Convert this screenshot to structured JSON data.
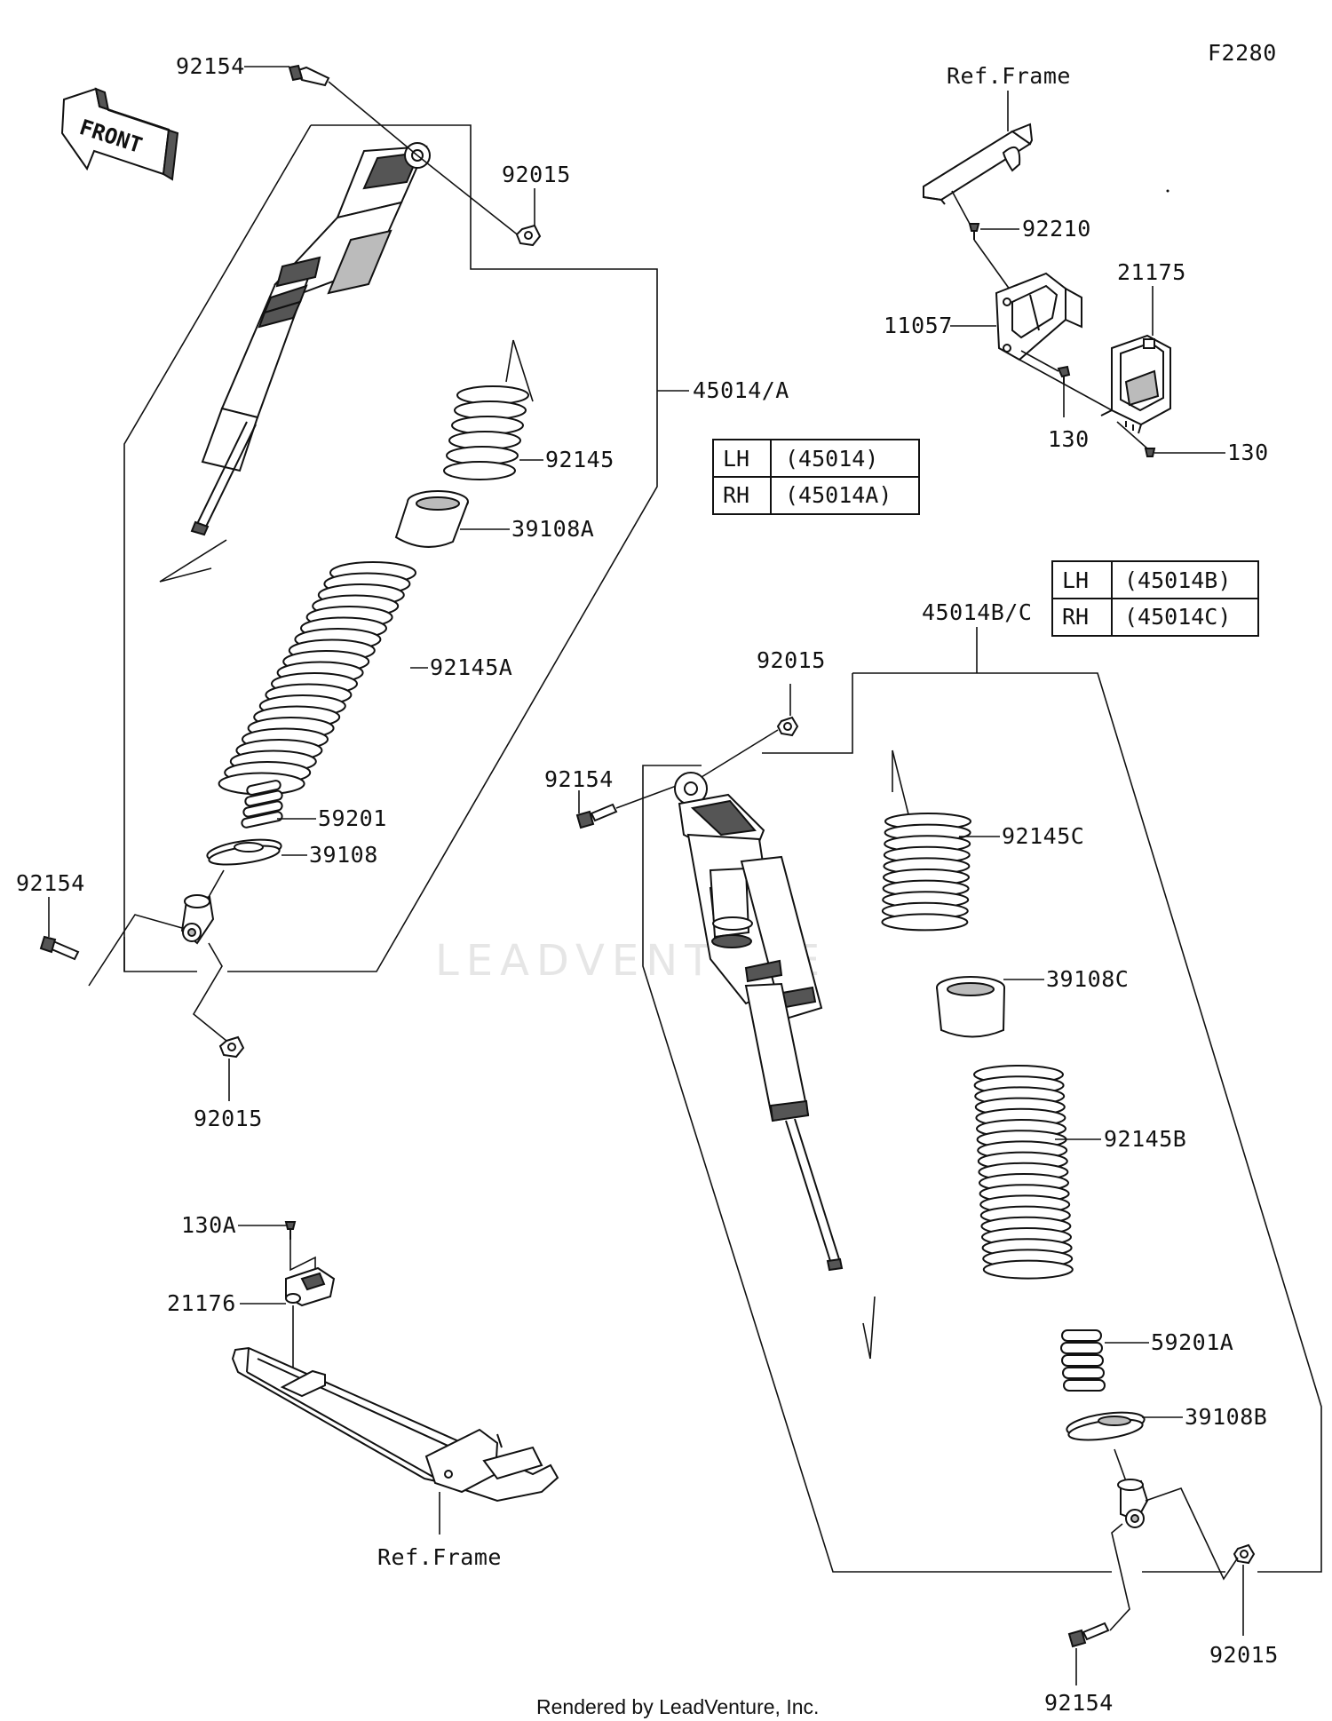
{
  "figure_code": "F2280",
  "front_label": "FRONT",
  "watermark": "LEADVENTURE",
  "footer": "Rendered by LeadVenture, Inc.",
  "ref_frame": "Ref.Frame",
  "labels": {
    "p92154_top": "92154",
    "p92015_top": "92015",
    "p45014A": "45014/A",
    "p92145": "92145",
    "p39108A": "39108A",
    "p92145A": "92145A",
    "p59201": "59201",
    "p39108": "39108",
    "p92154_left": "92154",
    "p92015_left": "92015",
    "p92210": "92210",
    "p21175": "21175",
    "p11057": "11057",
    "p130_a": "130",
    "p130_b": "130",
    "p45014BC": "45014B/C",
    "p92015_mid": "92015",
    "p92154_mid": "92154",
    "p92145C": "92145C",
    "p39108C": "39108C",
    "p92145B": "92145B",
    "p59201A": "59201A",
    "p39108B": "39108B",
    "p92154_bot": "92154",
    "p92015_bot": "92015",
    "p130A": "130A",
    "p21176": "21176"
  },
  "table_front": {
    "rows": [
      {
        "side": "LH",
        "part": "(45014)"
      },
      {
        "side": "RH",
        "part": "(45014A)"
      }
    ]
  },
  "table_rear": {
    "rows": [
      {
        "side": "LH",
        "part": "(45014B)"
      },
      {
        "side": "RH",
        "part": "(45014C)"
      }
    ]
  }
}
